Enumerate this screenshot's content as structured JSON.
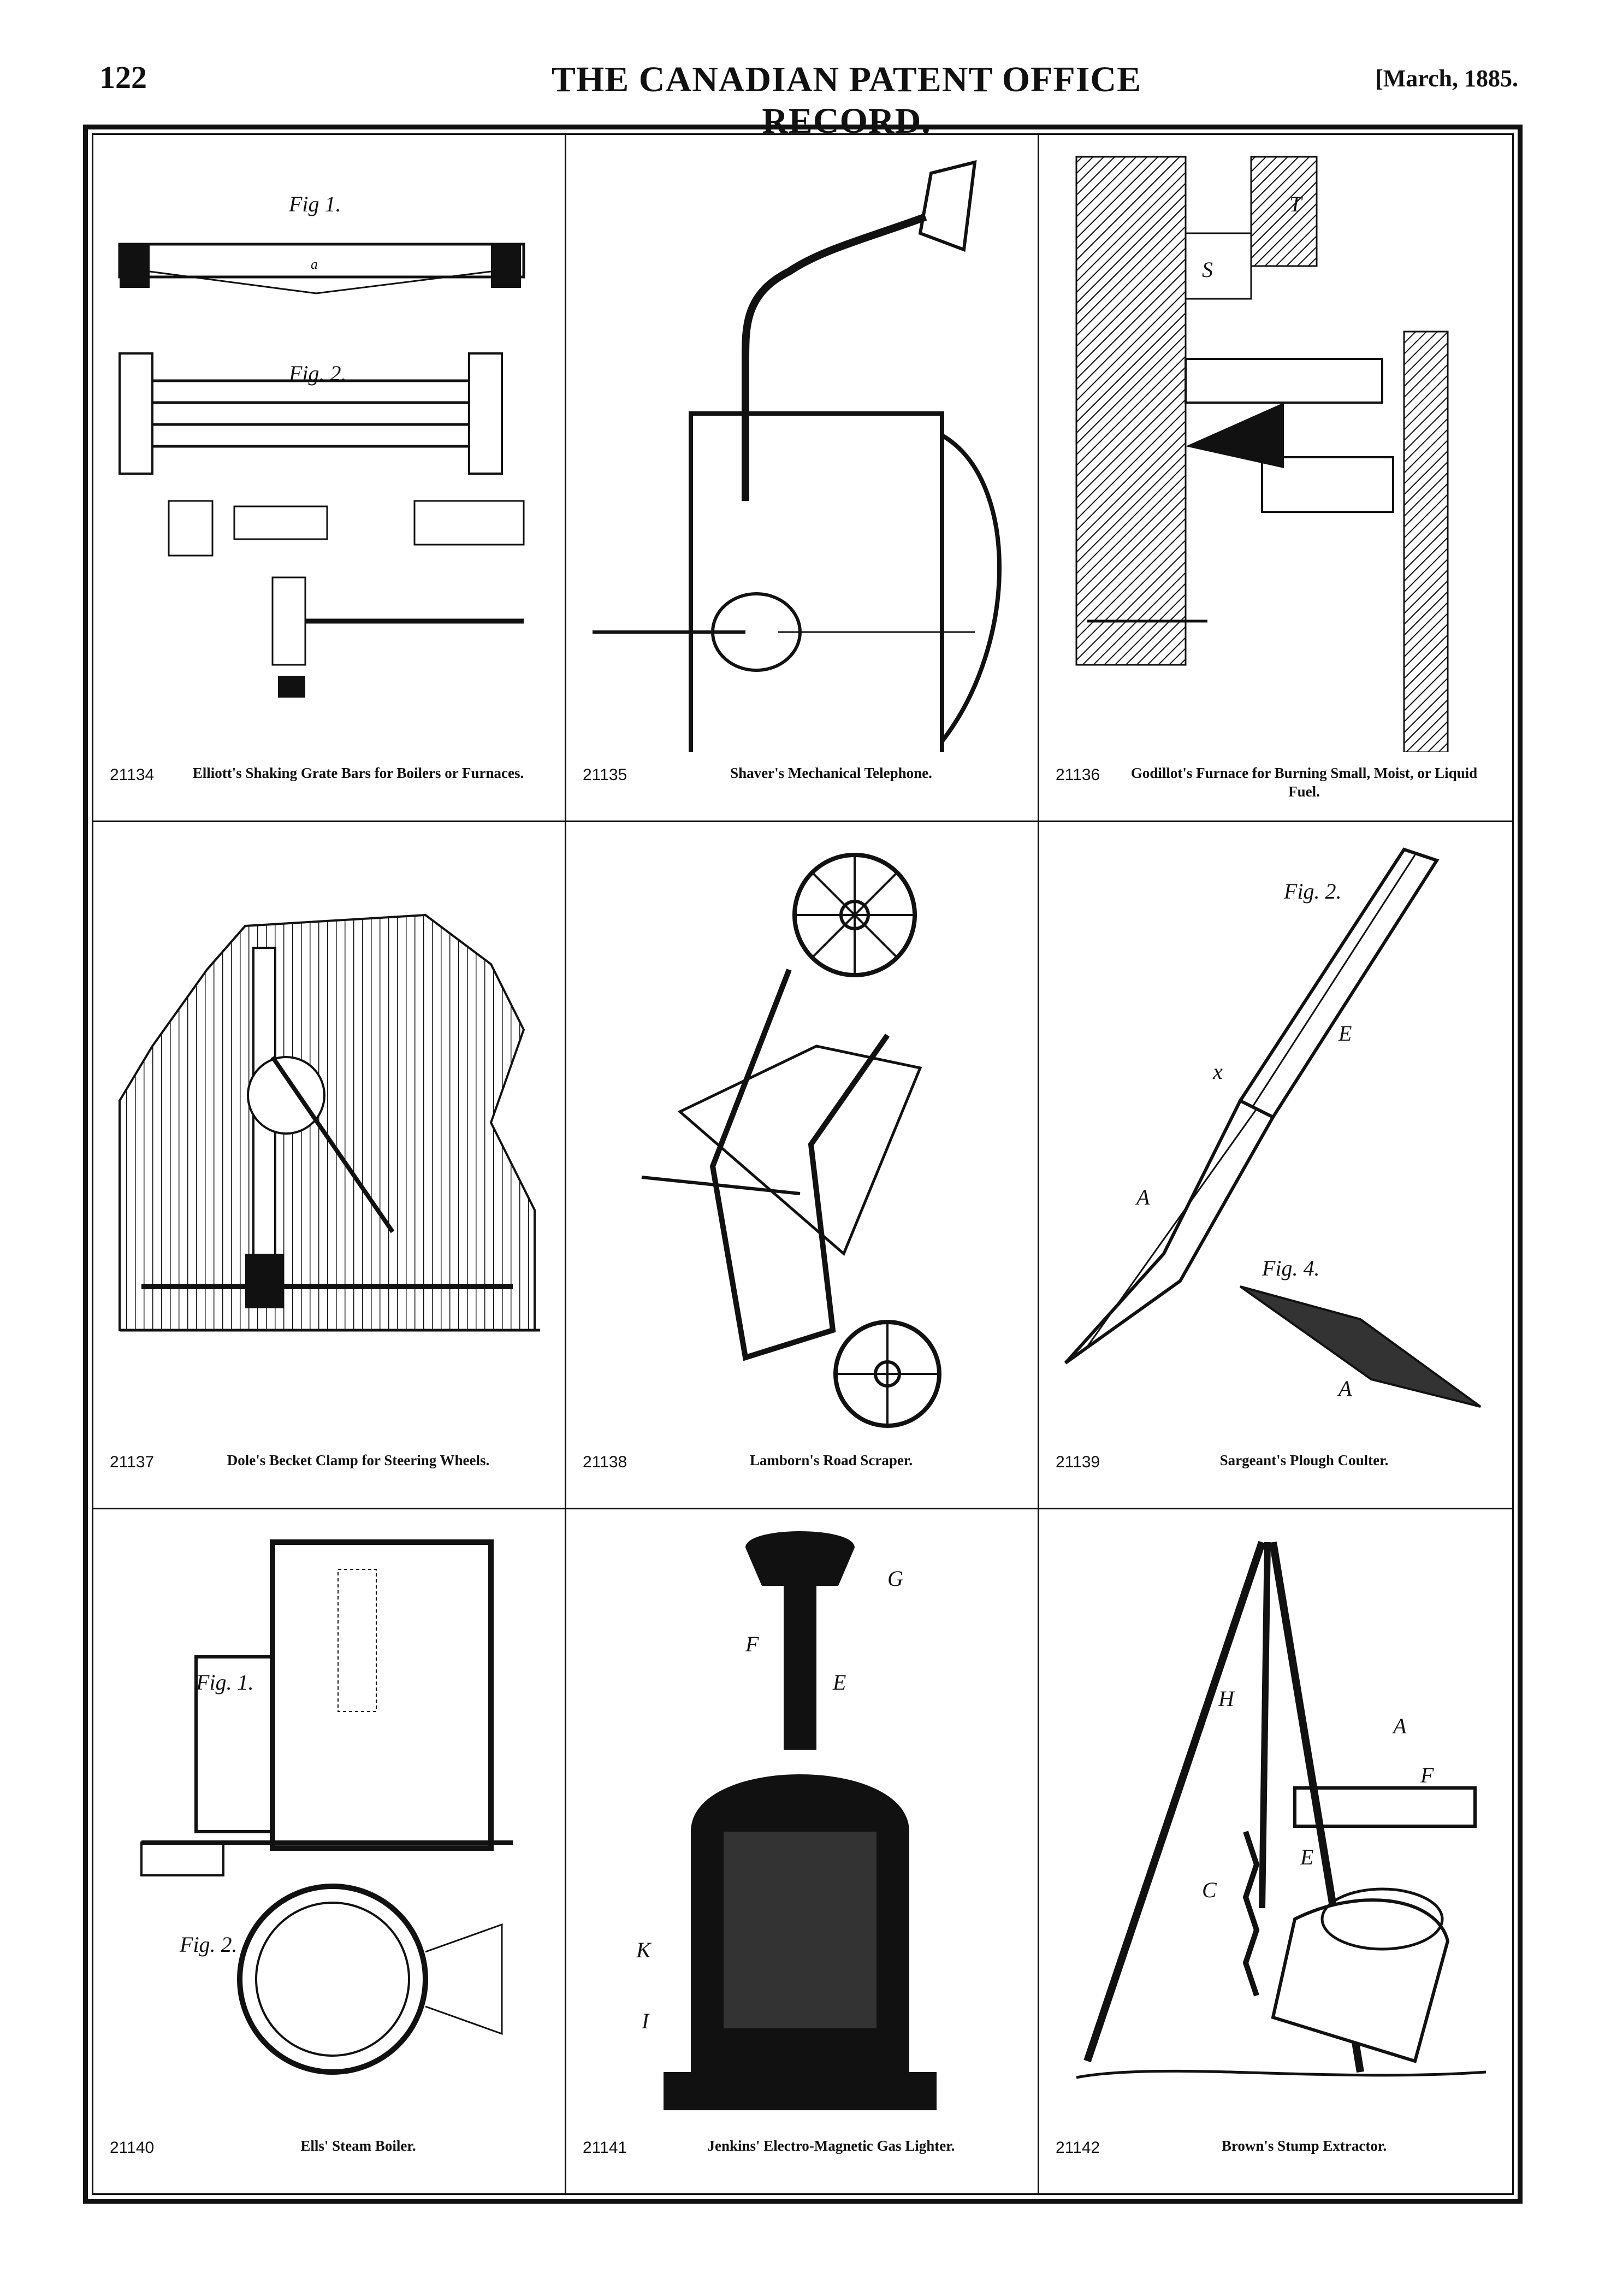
{
  "header": {
    "page_number": "122",
    "publication_title": "THE CANADIAN PATENT OFFICE RECORD.",
    "issue_date": "[March, 1885."
  },
  "patents": [
    {
      "number": "21134",
      "title": "Elliott's Shaking Grate Bars for Boilers or Furnaces."
    },
    {
      "number": "21135",
      "title": "Shaver's Mechanical Telephone."
    },
    {
      "number": "21136",
      "title": "Godillot's Furnace for Burning Small, Moist, or Liquid Fuel."
    },
    {
      "number": "21137",
      "title": "Dole's Becket Clamp for Steering Wheels."
    },
    {
      "number": "21138",
      "title": "Lamborn's Road Scraper."
    },
    {
      "number": "21139",
      "title": "Sargeant's Plough Coulter."
    },
    {
      "number": "21140",
      "title": "Ells' Steam Boiler."
    },
    {
      "number": "21141",
      "title": "Jenkins' Electro-Magnetic Gas Lighter."
    },
    {
      "number": "21142",
      "title": "Brown's Stump Extractor."
    }
  ],
  "figure_labels": {
    "p21134": {
      "fig1": "Fig 1.",
      "fig2": "Fig. 2.",
      "a": "a"
    },
    "p21136": {
      "t": "T",
      "s": "S"
    },
    "p21139": {
      "fig2": "Fig. 2.",
      "fig4": "Fig. 4.",
      "a": "A",
      "a2": "A",
      "x": "x",
      "e": "E"
    },
    "p21140": {
      "fig1": "Fig. 1.",
      "fig2": "Fig. 2."
    },
    "p21141": {
      "g": "G",
      "f": "F",
      "e": "E",
      "k": "K",
      "i": "I"
    },
    "p21142": {
      "h": "H",
      "e": "E",
      "f": "F",
      "a": "A",
      "c": "C"
    }
  }
}
